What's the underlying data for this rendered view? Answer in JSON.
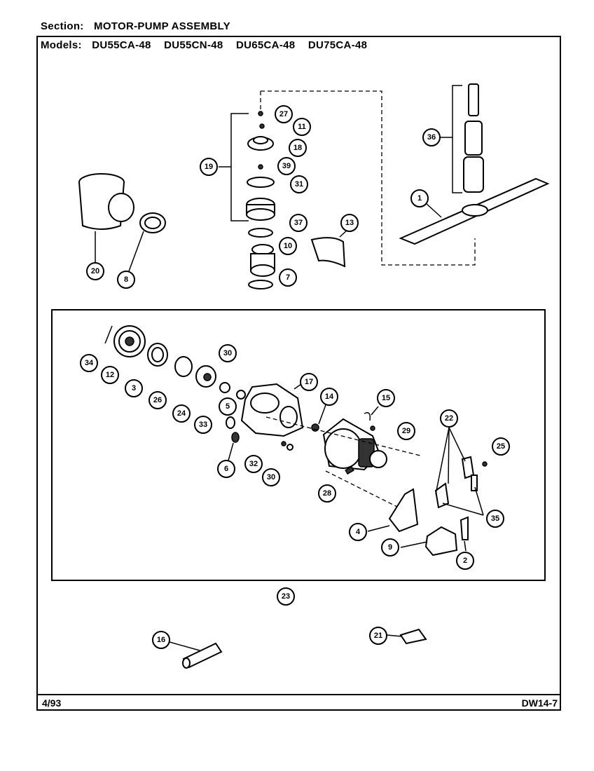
{
  "header": {
    "section_label": "Section:",
    "section_title": "MOTOR-PUMP ASSEMBLY",
    "models_label": "Models:",
    "models": [
      "DU55CA-48",
      "DU55CN-48",
      "DU65CA-48",
      "DU75CA-48"
    ]
  },
  "footer": {
    "date_code": "4/93",
    "diagram_code": "DW14-7"
  },
  "callouts": [
    {
      "id": "c27",
      "label": "27"
    },
    {
      "id": "c11",
      "label": "11"
    },
    {
      "id": "c18",
      "label": "18"
    },
    {
      "id": "c19",
      "label": "19"
    },
    {
      "id": "c39",
      "label": "39"
    },
    {
      "id": "c31",
      "label": "31"
    },
    {
      "id": "c37",
      "label": "37"
    },
    {
      "id": "c13",
      "label": "13"
    },
    {
      "id": "c10",
      "label": "10"
    },
    {
      "id": "c7",
      "label": "7"
    },
    {
      "id": "c20",
      "label": "20"
    },
    {
      "id": "c8",
      "label": "8"
    },
    {
      "id": "c36",
      "label": "36"
    },
    {
      "id": "c1",
      "label": "1"
    },
    {
      "id": "c34",
      "label": "34"
    },
    {
      "id": "c12",
      "label": "12"
    },
    {
      "id": "c3",
      "label": "3"
    },
    {
      "id": "c26",
      "label": "26"
    },
    {
      "id": "c24",
      "label": "24"
    },
    {
      "id": "c30a",
      "label": "30"
    },
    {
      "id": "c17",
      "label": "17"
    },
    {
      "id": "c5",
      "label": "5"
    },
    {
      "id": "c33",
      "label": "33"
    },
    {
      "id": "c14",
      "label": "14"
    },
    {
      "id": "c15",
      "label": "15"
    },
    {
      "id": "c29",
      "label": "29"
    },
    {
      "id": "c22",
      "label": "22"
    },
    {
      "id": "c25",
      "label": "25"
    },
    {
      "id": "c6",
      "label": "6"
    },
    {
      "id": "c32",
      "label": "32"
    },
    {
      "id": "c30b",
      "label": "30"
    },
    {
      "id": "c28",
      "label": "28"
    },
    {
      "id": "c35",
      "label": "35"
    },
    {
      "id": "c4",
      "label": "4"
    },
    {
      "id": "c9",
      "label": "9"
    },
    {
      "id": "c2",
      "label": "2"
    },
    {
      "id": "c23",
      "label": "23"
    },
    {
      "id": "c16",
      "label": "16"
    },
    {
      "id": "c21",
      "label": "21"
    }
  ]
}
